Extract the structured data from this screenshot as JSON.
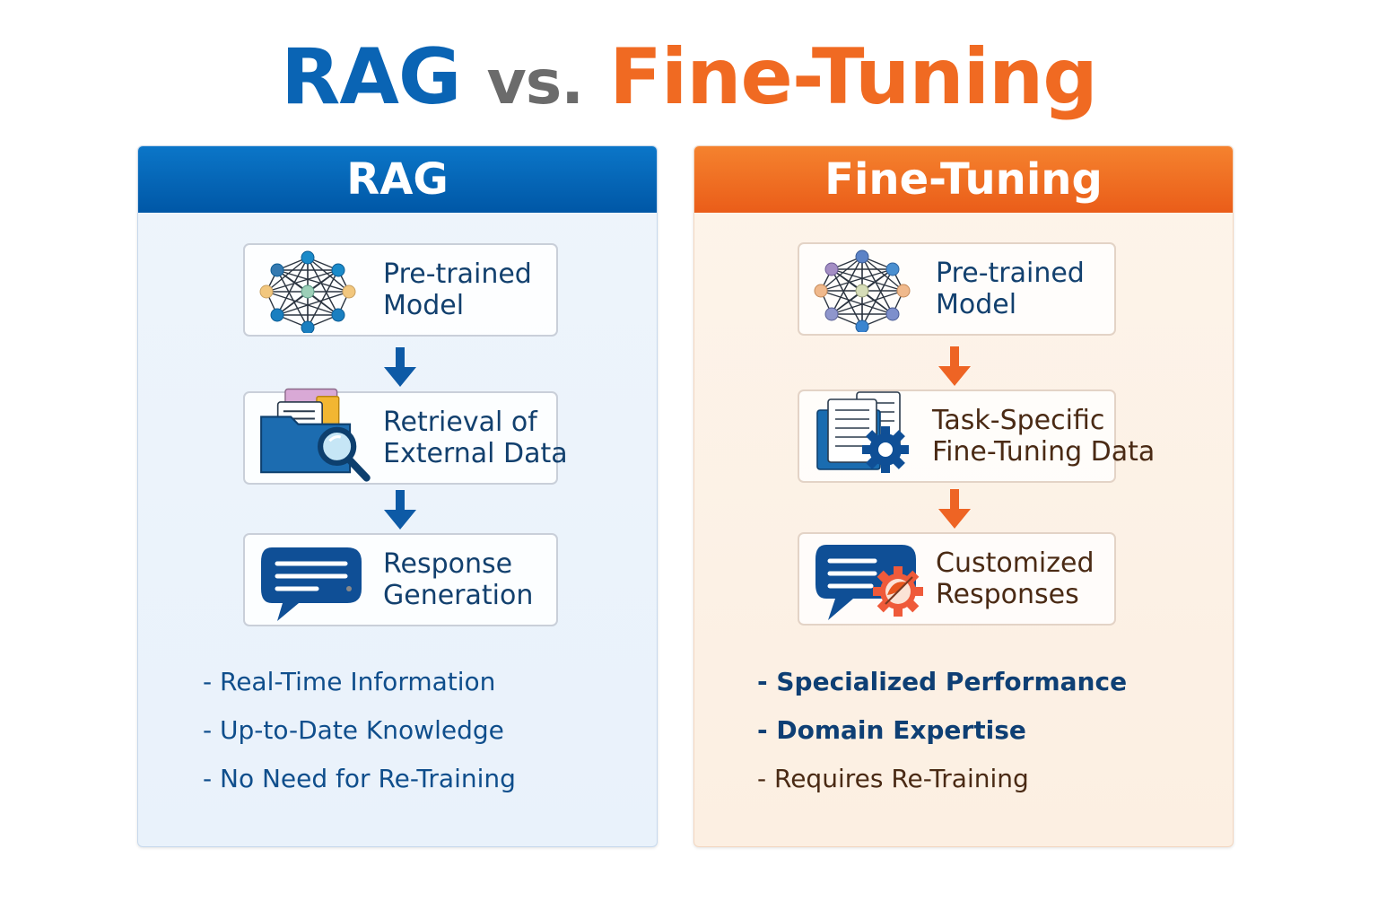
{
  "title": {
    "left": "RAG",
    "middle": "vs.",
    "right": "Fine-Tuning"
  },
  "colors": {
    "rag_blue": "#0a64b4",
    "vs_gray": "#6b6b6b",
    "finetune_orange": "#f06a22",
    "rag_panel_bg": "#eef4fb",
    "ft_panel_bg": "#fdf4ea",
    "dark_navy_text": "#12406e",
    "brown_text": "#4a2a14"
  },
  "panels": [
    {
      "id": "rag",
      "header": "RAG",
      "steps": [
        {
          "label_line1": "Pre-trained",
          "label_line2": "Model",
          "icon": "neural-network-icon"
        },
        {
          "label_line1": "Retrieval of",
          "label_line2": "External Data",
          "icon": "folder-search-icon"
        },
        {
          "label_line1": "Response",
          "label_line2": "Generation",
          "icon": "chat-bubble-icon"
        }
      ],
      "arrow_icon": "arrow-down-icon",
      "bullets": [
        "- Real-Time Information",
        "- Up-to-Date Knowledge",
        "- No Need for Re-Training"
      ]
    },
    {
      "id": "fine-tuning",
      "header": "Fine-Tuning",
      "steps": [
        {
          "label_line1": "Pre-trained",
          "label_line2": "Model",
          "icon": "neural-network-icon"
        },
        {
          "label_line1": "Task-Specific",
          "label_line2": "Fine-Tuning Data",
          "icon": "documents-gear-icon"
        },
        {
          "label_line1": "Customized",
          "label_line2": "Responses",
          "icon": "chat-gear-icon"
        }
      ],
      "arrow_icon": "arrow-down-icon",
      "bullets": [
        "- Specialized Performance",
        "- Domain Expertise",
        "- Requires Re-Training"
      ]
    }
  ]
}
